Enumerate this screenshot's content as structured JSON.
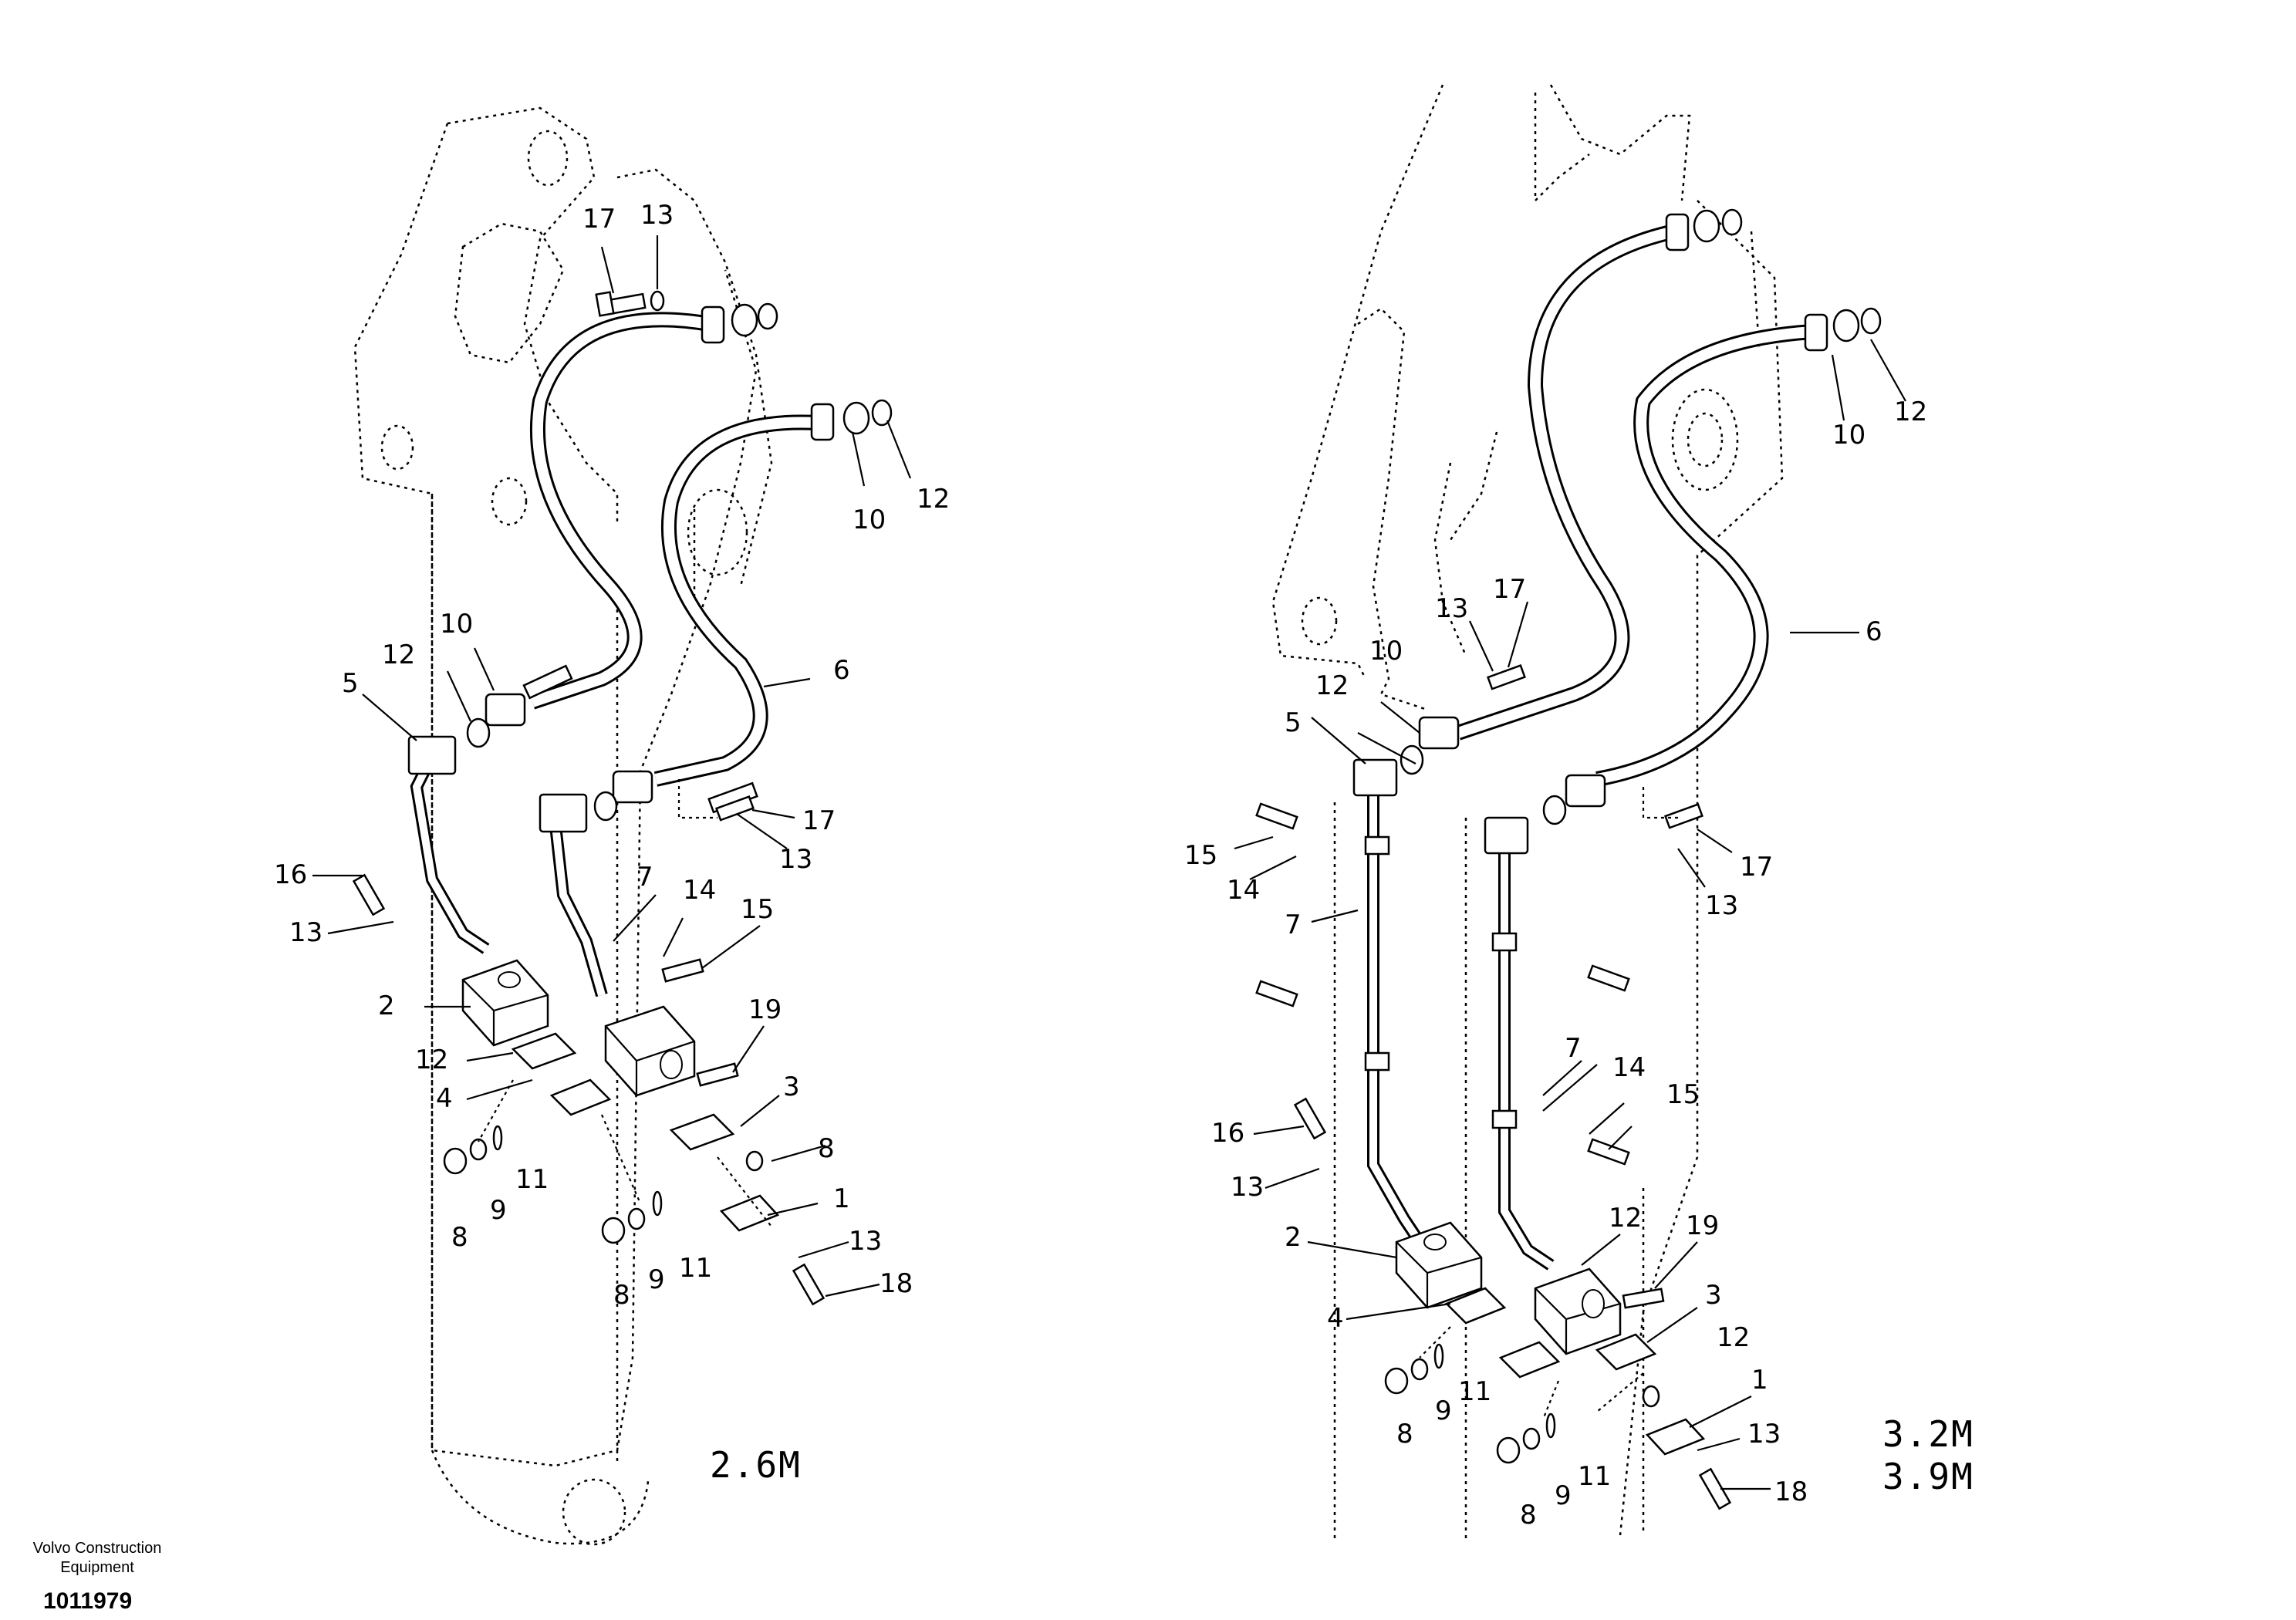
{
  "left_view": {
    "variant": "2.6M",
    "callouts": [
      "17",
      "13",
      "10",
      "12",
      "12",
      "10",
      "5",
      "6",
      "17",
      "13",
      "16",
      "13",
      "14",
      "15",
      "7",
      "2",
      "12",
      "19",
      "4",
      "3",
      "11",
      "8",
      "9",
      "8",
      "11",
      "13",
      "8",
      "9",
      "18"
    ]
  },
  "right_view": {
    "variant_lines": [
      "3.2M",
      "3.9M"
    ],
    "callouts": [
      "10",
      "12",
      "17",
      "13",
      "10",
      "12",
      "5",
      "6",
      "15",
      "14",
      "17",
      "13",
      "7",
      "7",
      "14",
      "15",
      "16",
      "13",
      "12",
      "19",
      "2",
      "3",
      "4",
      "12",
      "11",
      "1",
      "9",
      "8",
      "13",
      "11",
      "18",
      "8",
      "9"
    ]
  },
  "left_extra": [
    "1"
  ],
  "footer": {
    "company_line1": "Volvo Construction",
    "company_line2": "Equipment",
    "drawing_number": "1011979"
  },
  "icons": [
    "hose-assembly",
    "pipe-assembly",
    "flange-block",
    "o-ring",
    "bolt",
    "washer",
    "plug"
  ]
}
